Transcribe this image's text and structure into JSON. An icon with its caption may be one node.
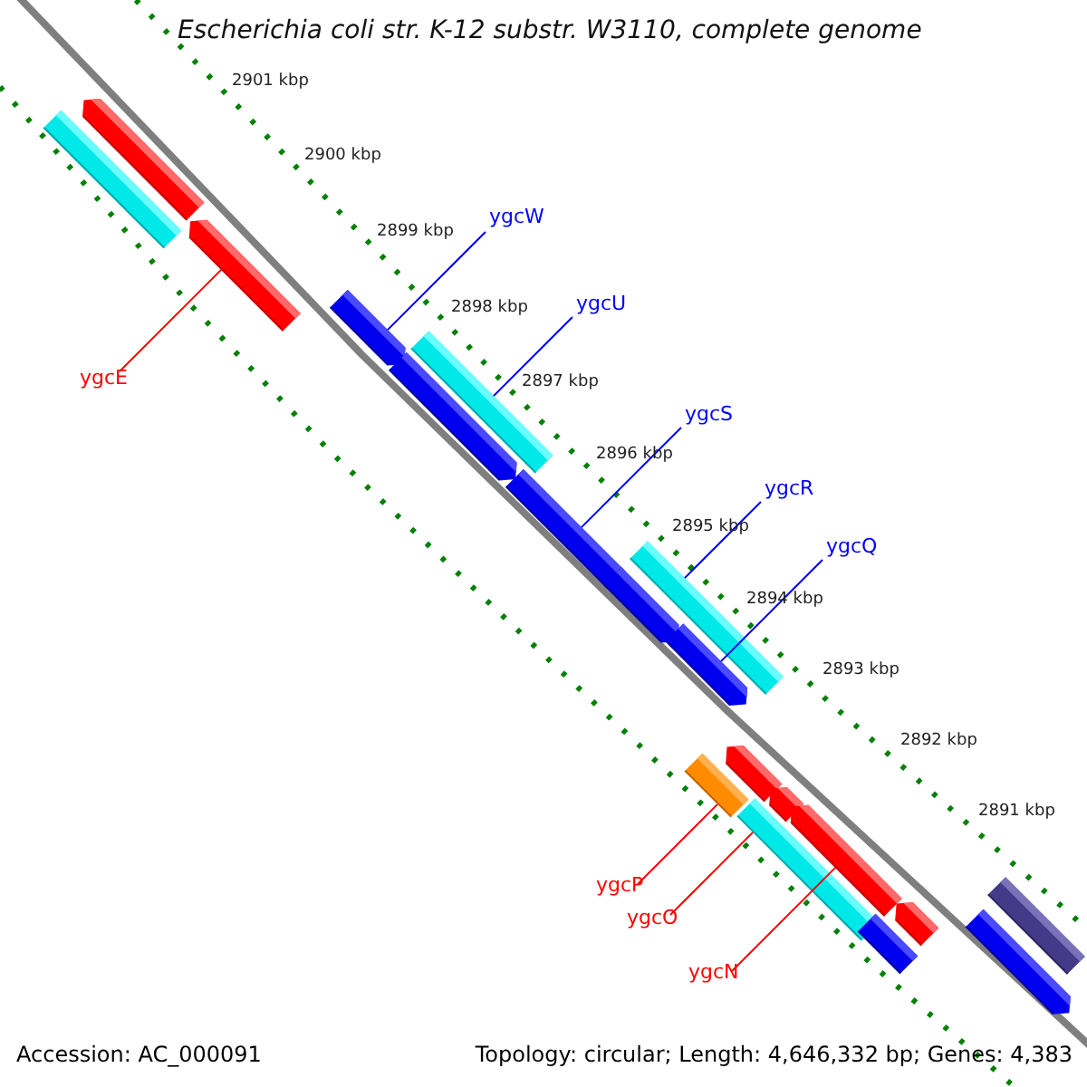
{
  "diagram": {
    "title": "Escherichia coli str. K-12 substr. W3110, complete genome",
    "nodes": [
      {
        "text": [
          "ygcW"
        ]
      },
      {
        "text": [
          "ygcU"
        ]
      },
      {
        "text": [
          "ygcE"
        ]
      },
      {
        "text": [
          "ygcS"
        ]
      },
      {
        "text": [
          "ygcR"
        ]
      },
      {
        "text": [
          "ygcQ"
        ]
      },
      {
        "text": [
          "ygcP"
        ]
      },
      {
        "text": [
          "ygcO"
        ]
      },
      {
        "text": [
          "ygcN"
        ]
      },
      {
        "text": [],
        "shape": "bar"
      },
      {
        "text": [],
        "shape": "bar"
      },
      {
        "text": [],
        "shape": "bar"
      },
      {
        "text": [],
        "shape": "bar"
      },
      {
        "text": [],
        "shape": "bar"
      },
      {
        "text": [],
        "shape": "bar"
      },
      {
        "text": [],
        "shape": "bar"
      },
      {
        "text": [],
        "shape": "bar"
      },
      {
        "text": [],
        "shape": "bar"
      },
      {
        "text": [],
        "shape": "bar"
      },
      {
        "text": [],
        "shape": "bar"
      },
      {
        "text": [],
        "shape": "bar"
      },
      {
        "text": [],
        "shape": "bar"
      },
      {
        "text": [],
        "shape": "bar"
      },
      {
        "text": [],
        "shape": "bar"
      },
      {
        "text": [],
        "shape": "bar"
      },
      {
        "text": [],
        "shape": "bar"
      },
      {
        "text": [],
        "shape": "bar"
      },
      {
        "text": [],
        "shape": "bar"
      }
    ],
    "edges": [
      {
        "from": 0,
        "to": 12,
        "arrow": "none"
      },
      {
        "from": 1,
        "to": 14,
        "arrow": "none"
      },
      {
        "from": 2,
        "to": 11,
        "arrow": "none",
        "color": "#ff0000"
      },
      {
        "from": 3,
        "to": 15,
        "arrow": "none"
      },
      {
        "from": 4,
        "to": 17,
        "arrow": "none"
      },
      {
        "from": 5,
        "to": 18,
        "arrow": "none"
      },
      {
        "from": 6,
        "to": 19,
        "arrow": "none",
        "color": "#ff0000"
      },
      {
        "from": 7,
        "to": 22,
        "arrow": "none",
        "color": "#ff0000"
      },
      {
        "from": 8,
        "to": 23,
        "arrow": "none",
        "color": "#ff0000"
      }
    ],
    "labels": [
      "2901 kbp",
      "2900 kbp",
      "2899 kbp",
      "2898 kbp",
      "2897 kbp",
      "2896 kbp",
      "2895 kbp",
      "2894 kbp",
      "2893 kbp",
      "2892 kbp",
      "2891 kbp",
      "Accession: AC_000091",
      "Topology: circular; Length: 4,646,332 bp; Genes: 4,383"
    ]
  }
}
